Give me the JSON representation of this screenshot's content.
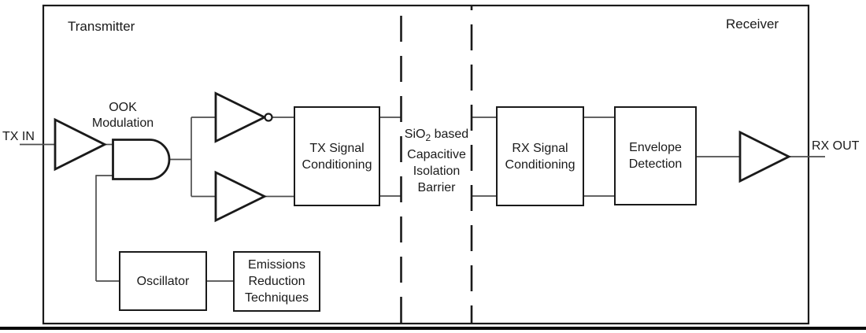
{
  "diagram": {
    "title_left": "Transmitter",
    "title_right": "Receiver",
    "io": {
      "tx_in": "TX IN",
      "rx_out": "RX OUT"
    },
    "ook": {
      "line1": "OOK",
      "line2": "Modulation"
    },
    "barrier": {
      "prefix": "SiO",
      "sub": "2",
      "suffix": " based",
      "line2": "Capacitive",
      "line3": "Isolation",
      "line4": "Barrier"
    },
    "blocks": {
      "tx_signal": {
        "line1": "TX Signal",
        "line2": "Conditioning"
      },
      "rx_signal": {
        "line1": "RX Signal",
        "line2": "Conditioning"
      },
      "envelope": {
        "line1": "Envelope",
        "line2": "Detection"
      },
      "oscillator": {
        "label": "Oscillator"
      },
      "emissions": {
        "line1": "Emissions",
        "line2": "Reduction",
        "line3": "Techniques"
      }
    },
    "colors": {
      "shape_stroke": "#1a1a1a",
      "wire_stroke": "#4d4d4d",
      "text": "#1a1a1a",
      "background": "#ffffff",
      "separator": "#0a0a0a"
    }
  }
}
